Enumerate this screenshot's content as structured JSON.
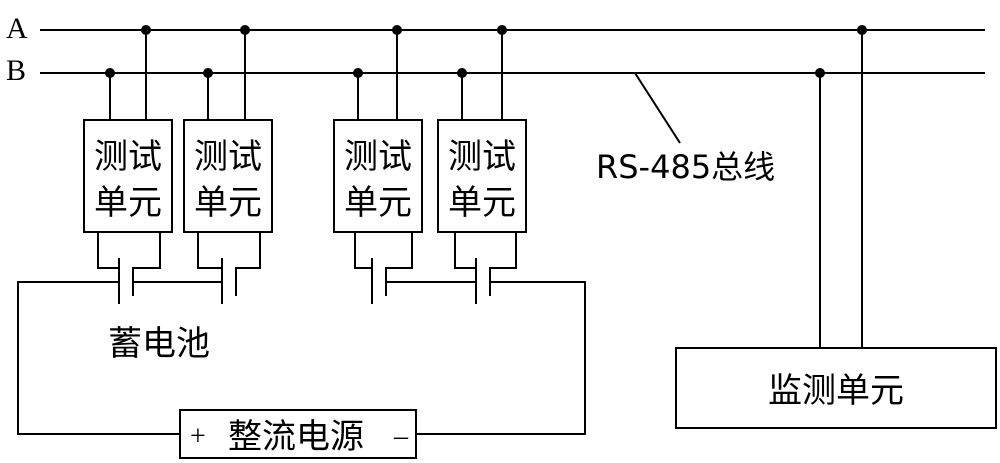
{
  "bus": {
    "line_a_label": "A",
    "line_b_label": "B",
    "bus_label": "RS-485总线"
  },
  "test_units": [
    {
      "line1": "测试",
      "line2": "单元"
    },
    {
      "line1": "测试",
      "line2": "单元"
    },
    {
      "line1": "测试",
      "line2": "单元"
    },
    {
      "line1": "测试",
      "line2": "单元"
    }
  ],
  "battery_label": "蓄电池",
  "power_supply": {
    "plus": "+",
    "label": "整流电源",
    "minus": "–"
  },
  "monitor_unit": {
    "label": "监测单元"
  }
}
